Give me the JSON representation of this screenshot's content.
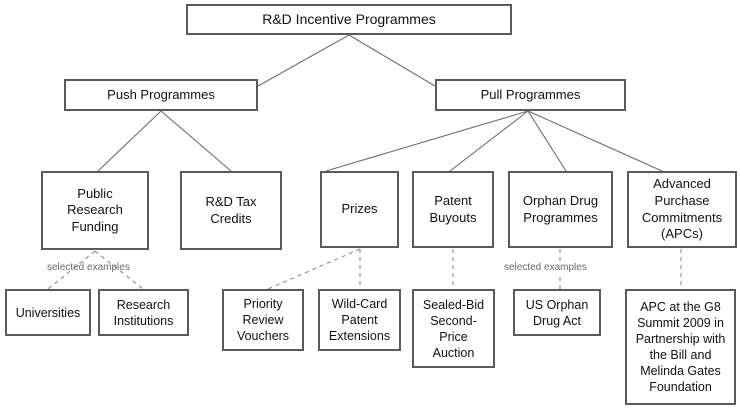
{
  "diagram": {
    "title": "R&D Incentive Programmes",
    "colors": {
      "box_border": "#5a5a5a",
      "connector": "#6e6e6e",
      "dashed_connector": "#8a8a8a",
      "caption_text": "#6b6b6b",
      "background": "#ffffff",
      "text": "#111111"
    },
    "level1": {
      "root": {
        "label": "R&D Incentive Programmes"
      }
    },
    "level2": [
      {
        "label": "Push Programmes"
      },
      {
        "label": "Pull Programmes"
      }
    ],
    "level3": [
      {
        "label": "Public\nResearch\nFunding"
      },
      {
        "label": "R&D Tax\nCredits"
      },
      {
        "label": "Prizes"
      },
      {
        "label": "Patent\nBuyouts"
      },
      {
        "label": "Orphan Drug\nProgrammes"
      },
      {
        "label": "Advanced\nPurchase\nCommitments\n(APCs)"
      }
    ],
    "level4": [
      {
        "label": "Universities"
      },
      {
        "label": "Research\nInstitutions"
      },
      {
        "label": "Priority\nReview\nVouchers"
      },
      {
        "label": "Wild-Card\nPatent\nExtensions"
      },
      {
        "label": "Sealed-Bid\nSecond-\nPrice\nAuction"
      },
      {
        "label": "US Orphan\nDrug Act"
      },
      {
        "label": "APC at the G8\nSummit 2009 in\nPartnership with\nthe Bill and\nMelinda Gates\nFoundation"
      }
    ],
    "captions": [
      {
        "label": "selected examples"
      },
      {
        "label": "selected examples"
      }
    ]
  }
}
